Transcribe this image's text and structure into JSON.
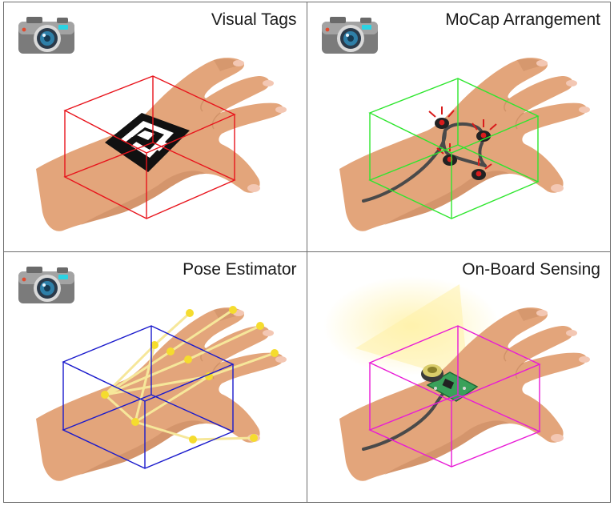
{
  "panels": [
    {
      "id": "visual-tags",
      "title": "Visual Tags",
      "has_camera": true,
      "box_color": "#e8141c"
    },
    {
      "id": "mocap-arrangement",
      "title": "MoCap Arrangement",
      "has_camera": true,
      "box_color": "#2ee62e"
    },
    {
      "id": "pose-estimator",
      "title": "Pose Estimator",
      "has_camera": true,
      "box_color": "#1a1acc"
    },
    {
      "id": "on-board-sensing",
      "title": "On-Board Sensing",
      "has_camera": false,
      "box_color": "#e81ad6"
    }
  ],
  "colors": {
    "skin": "#e3a57b",
    "skin_shadow": "#c98b62",
    "nail": "#f3c7b3",
    "marker_red": "#d91c1c",
    "keypoint_yellow": "#f5dc2e",
    "skeleton_yellow": "#f6e79a",
    "cable": "#4a4a4a",
    "pcb_green": "#3aa15a"
  }
}
